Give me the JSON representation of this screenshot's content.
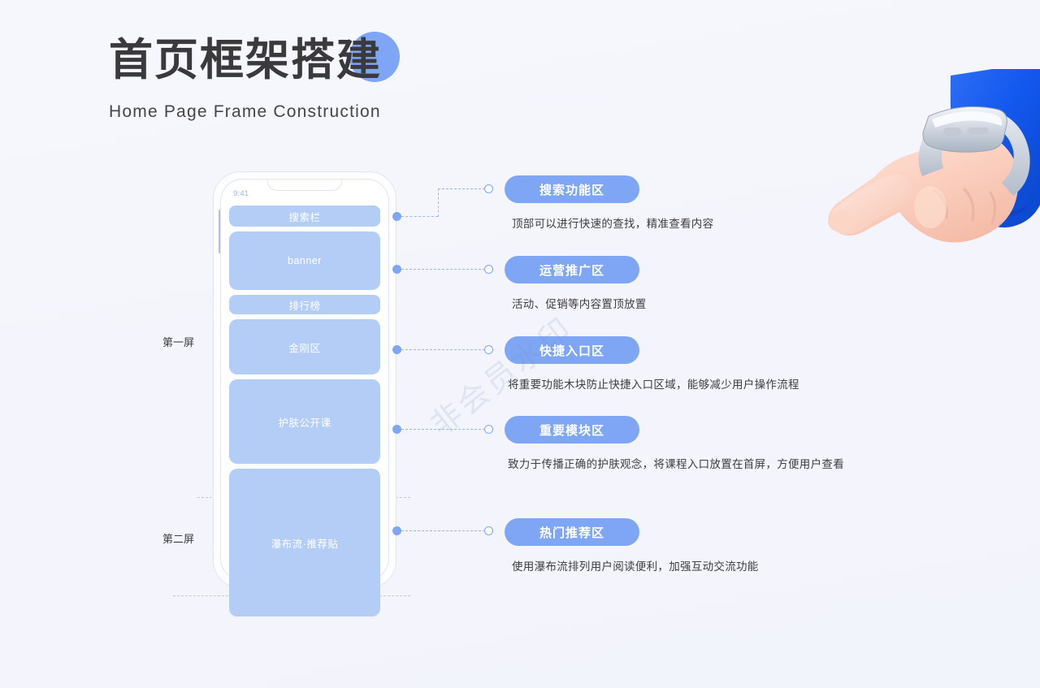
{
  "header": {
    "title_cn": "首页框架搭建",
    "title_en": "Home Page Frame Construction"
  },
  "watermark": {
    "text": "非会员水印"
  },
  "phone": {
    "status_time": "9:41",
    "blocks": [
      {
        "label": "搜索栏",
        "height": 26
      },
      {
        "label": "banner",
        "height": 72
      },
      {
        "label": "排行榜",
        "height": 24
      },
      {
        "label": "金刚区",
        "height": 68
      },
      {
        "label": "护肤公开课",
        "height": 104
      },
      {
        "label": "瀑布流·推荐贴",
        "height": 182
      }
    ]
  },
  "screen_labels": [
    {
      "label": "第一屏"
    },
    {
      "label": "第二屏"
    }
  ],
  "annotations": [
    {
      "pill": "搜索功能区",
      "desc": "顶部可以进行快速的查找，精准查看内容"
    },
    {
      "pill": "运营推广区",
      "desc": "活动、促销等内容置顶放置"
    },
    {
      "pill": "快捷入口区",
      "desc": "将重要功能木块防止快捷入口区域，能够减少用户操作流程"
    },
    {
      "pill": "重要模块区",
      "desc": "致力于传播正确的护肤观念，将课程入口放置在首屏，方便用户查看"
    },
    {
      "pill": "热门推荐区",
      "desc": "使用瀑布流排列用户阅读便利，加强互动交流功能"
    }
  ],
  "colors": {
    "background": "#f5f6fc",
    "accent": "#7ea6f4",
    "block_fill": "#b4cdf7",
    "title_text": "#3a3a3c",
    "dash_line": "#9ab6ef"
  }
}
